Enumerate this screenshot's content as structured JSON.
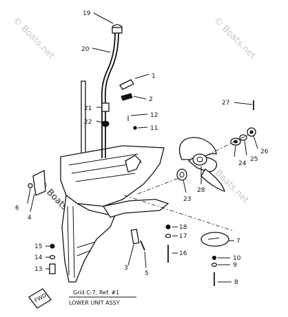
{
  "watermark": {
    "text": "© Boats.net"
  },
  "callouts": {
    "c1": "1",
    "c2": "2",
    "c3": "3",
    "c4": "4",
    "c5": "5",
    "c6": "6",
    "c7": "7",
    "c8": "8",
    "c9": "9",
    "c10": "10",
    "c11": "11",
    "c12": "12",
    "c13": "13",
    "c14": "14",
    "c15": "15",
    "c16": "16",
    "c17": "17",
    "c18": "18",
    "c19": "19",
    "c20": "20",
    "c21": "21",
    "c22": "22",
    "c23": "23",
    "c24": "24",
    "c25": "25",
    "c26": "26",
    "c27": "27",
    "c28": "28"
  },
  "caption": {
    "line1": "Grid C-7, Ref. #1",
    "line2": "LOWER UNIT ASSY"
  },
  "fwd_tag": "FWD"
}
